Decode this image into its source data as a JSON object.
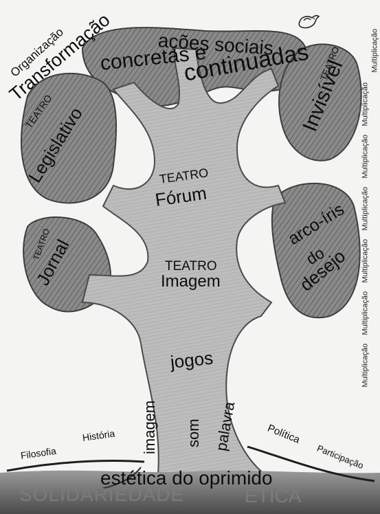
{
  "colors": {
    "paper": "#f4f4f2",
    "foliage": "#7d7d7d",
    "foliage_dark": "#4a4a4a",
    "trunk": "#b9b9b9",
    "ink": "#0d0d0d",
    "ground": "#5a5a5a"
  },
  "icons": {
    "bird": "bird-icon"
  },
  "labels": {
    "organizacao": "Organização",
    "transformacao": "Transformação",
    "acoes_sociais": "ações sociais",
    "concretas_e": "concretas e",
    "continuadas": "continuadas",
    "teatro_invisivel_top": "TEATRO",
    "teatro_invisivel": "Invisível",
    "teatro_legislativo_top": "TEATRO",
    "teatro_legislativo": "Legislativo",
    "teatro_forum_top": "TEATRO",
    "teatro_forum": "Fórum",
    "arco_iris": "arco-íris",
    "do": "do",
    "desejo": "desejo",
    "teatro_jornal_top": "TEATRO",
    "teatro_jornal": "Jornal",
    "teatro_imagem_top": "TEATRO",
    "teatro_imagem": "Imagem",
    "jogos": "jogos",
    "imagem": "imagem",
    "som": "som",
    "palavra": "palavra",
    "filosofia": "Filosofia",
    "historia": "História",
    "politica": "Política",
    "participacao": "Participação",
    "estetica": "estética do oprimido",
    "solidariedade": "SOLIDARIEDADE",
    "etica": "ÉTICA"
  },
  "multiplicacao": [
    "Multiplicação",
    "Multiplicação",
    "Multiplicação",
    "Multiplicação",
    "Multiplicação",
    "Multiplicação",
    "Multiplicação"
  ]
}
